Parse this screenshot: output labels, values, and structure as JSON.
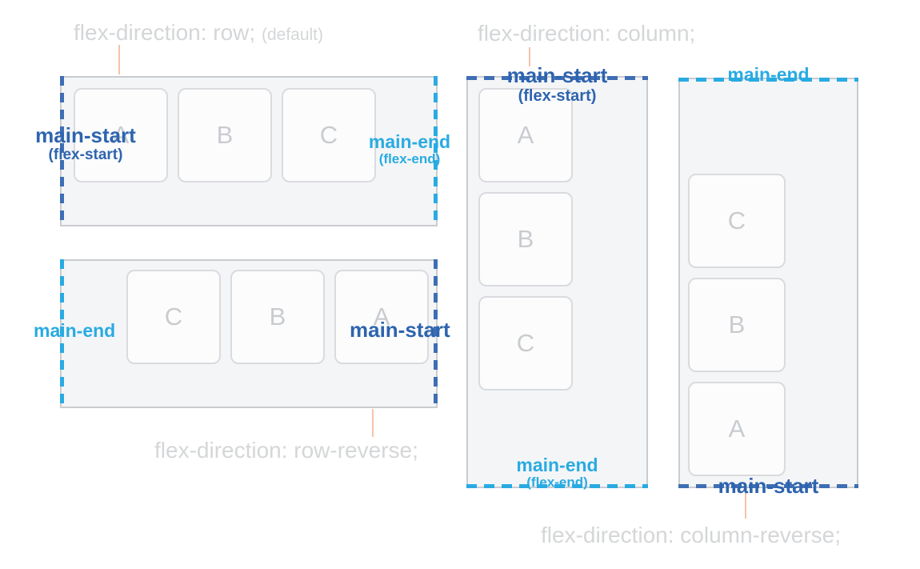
{
  "colors": {
    "blue": "#2e64ae",
    "blueDash": "#3e6eb4",
    "cyan": "#29abe2",
    "caption": "#d4d6d8",
    "tick": "#f5c3aa",
    "panelBg": "#f4f5f7",
    "panelBorder": "#cacccf",
    "itemBg": "#fcfcfd",
    "itemBorder": "#d9dbde",
    "letter": "#c9cccf"
  },
  "panels": [
    {
      "direction": "row",
      "caption": "flex-direction: row;",
      "caption_suffix": "(default)",
      "items": [
        "A",
        "B",
        "C"
      ],
      "labels": {
        "start": "main-start",
        "start_sub": "(flex-start)",
        "end": "main-end",
        "end_sub": "(flex-end)"
      }
    },
    {
      "direction": "row-reverse",
      "caption": "flex-direction: row-reverse;",
      "items": [
        "C",
        "B",
        "A"
      ],
      "labels": {
        "start": "main-start",
        "end": "main-end"
      }
    },
    {
      "direction": "column",
      "caption": "flex-direction: column;",
      "items": [
        "A",
        "B",
        "C"
      ],
      "labels": {
        "start": "main-start",
        "start_sub": "(flex-start)",
        "end": "main-end",
        "end_sub": "(flex-end)"
      }
    },
    {
      "direction": "column-reverse",
      "caption": "flex-direction: column-reverse;",
      "items": [
        "C",
        "B",
        "A"
      ],
      "labels": {
        "start": "main-start",
        "end": "main-end"
      }
    }
  ]
}
